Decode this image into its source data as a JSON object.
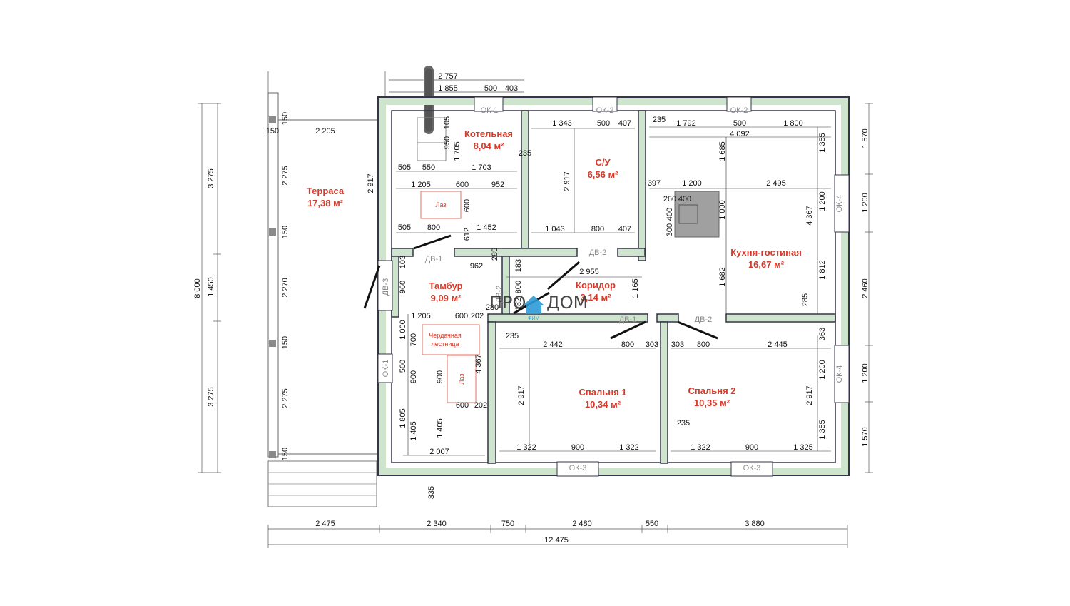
{
  "rooms": {
    "terrace": {
      "name": "Терраса",
      "area": "17,38 м²"
    },
    "boiler": {
      "name": "Котельная",
      "area": "8,04 м²"
    },
    "bath": {
      "name": "С/У",
      "area": "6,56 м²"
    },
    "kitchen": {
      "name": "Кухня-гостиная",
      "area": "16,67 м²"
    },
    "vestibule": {
      "name": "Тамбур",
      "area": "9,09 м²"
    },
    "corridor": {
      "name": "Коридор",
      "area": "3,14 м²"
    },
    "bedroom1": {
      "name": "Спальня 1",
      "area": "10,34 м²"
    },
    "bedroom2": {
      "name": "Спальня 2",
      "area": "10,35 м²"
    }
  },
  "hatch_label": "Лаз",
  "attic_stair_label": "Чердачная лестница",
  "tags": {
    "ok1": "ОК-1",
    "ok2": "ОК-2",
    "ok3": "ОК-3",
    "ok4": "ОК-4",
    "dv1": "ДВ-1",
    "dv2": "ДВ-2",
    "dv3": "ДВ-3"
  },
  "logo": {
    "left": "ПРО",
    "right": "ДОМ",
    "sub": "ФИМ"
  },
  "dims": {
    "top1": "2 757",
    "top2a": "1 855",
    "top2b": "500",
    "top2c": "403",
    "bottom_parts": [
      "2 475",
      "2 340",
      "750",
      "2 480",
      "550",
      "3 880"
    ],
    "bottom_total": "12 475",
    "left_total": "8 000",
    "left_parts": [
      "3 275",
      "1 450",
      "3 275"
    ],
    "right_parts": [
      "1 570",
      "1 200",
      "2 460",
      "1 200",
      "1 570"
    ],
    "terrace": [
      "150",
      "2 205",
      "150",
      "2 275",
      "150",
      "2 270",
      "150",
      "2 275",
      "150",
      "2 917"
    ],
    "boiler": [
      "105",
      "950",
      "1 705",
      "505",
      "550",
      "1 703",
      "235",
      "1 205",
      "600",
      "952",
      "600",
      "505",
      "800",
      "1 452",
      "612"
    ],
    "bath": [
      "1 343",
      "500",
      "407",
      "2 917",
      "1 043",
      "800",
      "407"
    ],
    "kitchen": [
      "235",
      "1 792",
      "500",
      "1 800",
      "4 092",
      "1 685",
      "1 355",
      "397",
      "1 200",
      "2 495",
      "260",
      "400",
      "300",
      "400",
      "1 000",
      "1 200",
      "4 367",
      "1 682",
      "1 812",
      "285"
    ],
    "vestibule": [
      "103",
      "960",
      "962",
      "285",
      "183",
      "800",
      "1 205",
      "600",
      "202",
      "280",
      "182",
      "1 000",
      "700",
      "500",
      "900",
      "900",
      "4 367",
      "600",
      "202",
      "1 805",
      "1 405",
      "1 405",
      "2 007",
      "335"
    ],
    "corridor": [
      "2 955",
      "1 165"
    ],
    "bedroom1": [
      "235",
      "2 442",
      "800",
      "303",
      "2 917",
      "1 322",
      "900",
      "1 322",
      "235"
    ],
    "bedroom2": [
      "303",
      "800",
      "2 445",
      "363",
      "2 917",
      "1 200",
      "1 355",
      "1 322",
      "900",
      "1 325"
    ]
  }
}
